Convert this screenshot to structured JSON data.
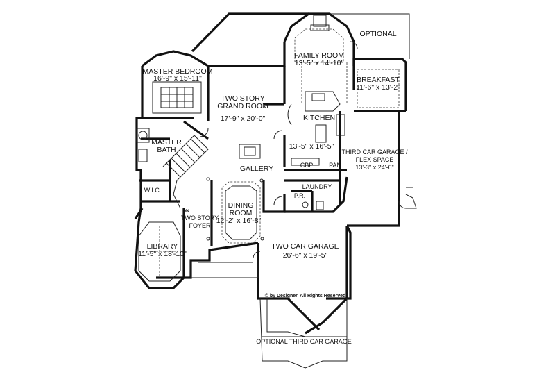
{
  "rooms": {
    "optional": "OPTIONAL",
    "family_room": {
      "name": "FAMILY ROOM",
      "dims": "13'-5\" x 14'-10\""
    },
    "master_bedroom": {
      "name": "MASTER BEDROOM",
      "dims": "16'-9\" x 15'-11\""
    },
    "breakfast": {
      "name": "BREAKFAST",
      "dims": "11'-6\" x 13'-2\""
    },
    "grand_room": {
      "line1": "TWO STORY",
      "line2": "GRAND ROOM",
      "dims": "17'-9\" x 20'-0\""
    },
    "kitchen": {
      "name": "KITCHEN",
      "dims": "13'-5\" x 16'-5\""
    },
    "master_bath": {
      "line1": "MASTER",
      "line2": "BATH"
    },
    "third_garage": {
      "line1": "THIRD CAR GARAGE /",
      "line2": "FLEX SPACE",
      "dims": "13'-3\" x 24'-6\""
    },
    "cbp": "CBP",
    "pan": "PAN",
    "gallery": "GALLERY",
    "laundry": "LAUNDRY",
    "wic": "W.I.C.",
    "pr": "P.R.",
    "dining": {
      "line1": "DINING",
      "line2": "ROOM",
      "dims": "12'-2\" x 16'-8\""
    },
    "foyer": {
      "line1": "TWO STORY",
      "line2": "FOYER"
    },
    "dn": "DN",
    "library": {
      "name": "LIBRARY",
      "dims": "11'-5\" x 18'-10\""
    },
    "two_car_garage": {
      "name": "TWO CAR GARAGE",
      "dims": "26'-6\" x 19'-5\""
    },
    "optional_third_garage": "OPTIONAL THIRD CAR GARAGE"
  },
  "copyright": "© by Designer, All Rights Reserved"
}
